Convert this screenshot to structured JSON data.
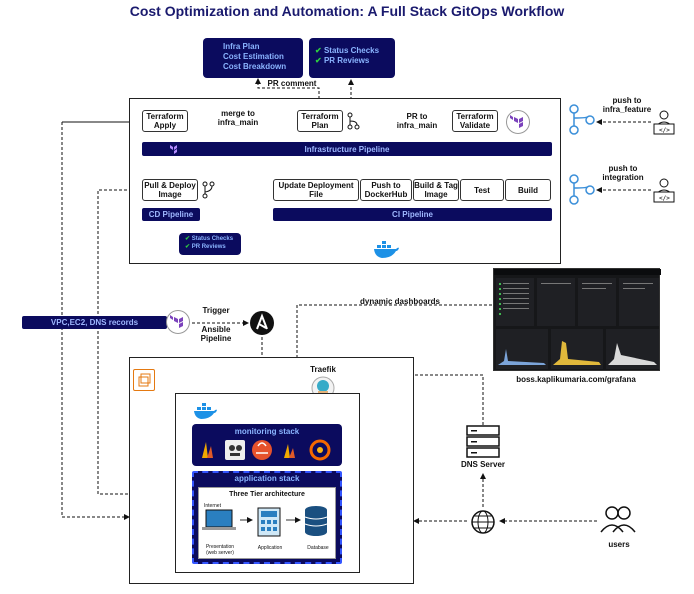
{
  "title": "Cost Optimization and Automation: A Full Stack GitOps Workflow",
  "plan_box": {
    "lines": [
      "Infra Plan",
      "Cost Estimation",
      "Cost Breakdown"
    ]
  },
  "checks_box": {
    "lines": [
      "Status Checks",
      "PR Reviews"
    ]
  },
  "pr_comment": "PR comment",
  "infra_pipeline": {
    "terraform_apply": "Terraform Apply",
    "merge_label": "merge to infra_main",
    "terraform_plan": "Terraform Plan",
    "pr_label": "PR to infra_main",
    "terraform_validate": "Terraform Validate",
    "bar": "Infrastructure Pipeline"
  },
  "ci_cd": {
    "pull_deploy": "Pull & Deploy Image",
    "update": "Update Deployment File",
    "push": "Push to DockerHub",
    "build_tag": "Build & Tag Image",
    "test": "Test",
    "build": "Build",
    "cd_bar": "CD Pipeline",
    "ci_bar": "CI Pipeline",
    "checks": [
      "Status Checks",
      "PR Reviews"
    ]
  },
  "push_infra": "push to infra_feature",
  "push_integration": "push to integration",
  "vpc_bar": "VPC,EC2, DNS records",
  "trigger": "Trigger",
  "ansible": "Ansible Pipeline",
  "dashboards": "dynamic dashboards",
  "grafana_url": "boss.kaplikumaria.com/grafana",
  "traefik": "Traefik",
  "monitoring": "monitoring stack",
  "application": "application stack",
  "three_tier": {
    "title": "Three Tier architecture",
    "internet": "Internet",
    "presentation": "Presentation (web server)",
    "application": "Application",
    "database": "Database"
  },
  "dns": "DNS Server",
  "users": "users",
  "colors": {
    "navy": "#0b0b5e",
    "text_blue": "#8ab4ff",
    "check_green": "#2ecc40"
  }
}
